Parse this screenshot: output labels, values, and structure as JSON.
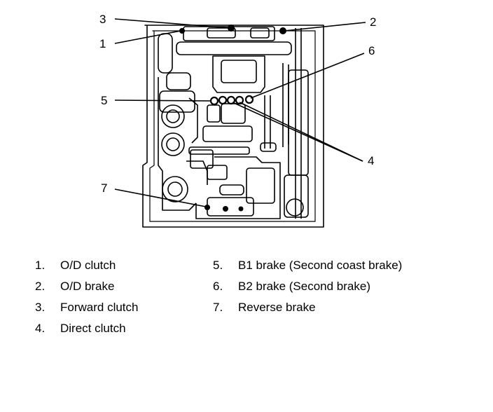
{
  "callouts": [
    {
      "id": "1",
      "label": "1"
    },
    {
      "id": "2",
      "label": "2"
    },
    {
      "id": "3",
      "label": "3"
    },
    {
      "id": "4",
      "label": "4"
    },
    {
      "id": "5",
      "label": "5"
    },
    {
      "id": "6",
      "label": "6"
    },
    {
      "id": "7",
      "label": "7"
    }
  ],
  "legend": {
    "left": [
      {
        "num": "1.",
        "text": "O/D clutch"
      },
      {
        "num": "2.",
        "text": "O/D brake"
      },
      {
        "num": "3.",
        "text": "Forward clutch"
      },
      {
        "num": "4.",
        "text": "Direct clutch"
      }
    ],
    "right": [
      {
        "num": "5.",
        "text": "B1 brake (Second coast brake)"
      },
      {
        "num": "6.",
        "text": "B2 brake (Second brake)"
      },
      {
        "num": "7.",
        "text": "Reverse brake"
      }
    ]
  }
}
